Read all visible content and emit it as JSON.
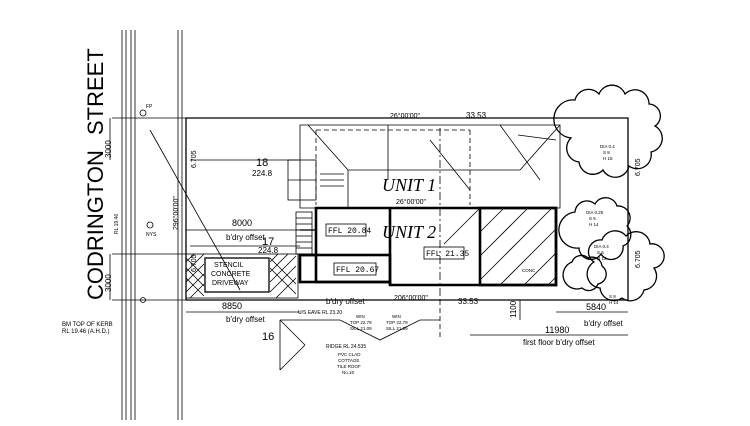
{
  "street": {
    "name_word1": "CODRINGTON",
    "name_word2": "STREET"
  },
  "units": {
    "unit1": "UNIT 1",
    "unit2": "UNIT 2"
  },
  "levels": {
    "ffl_unit2": "FFL 20.84",
    "ffl_garage": "FFL 20.67",
    "ffl_rear": "FFL 21.35"
  },
  "driveway": {
    "line1": "STENCIL",
    "line2": "CONCRETE",
    "line3": "DRIVEWAY"
  },
  "lots": {
    "lot18": "18",
    "lot17": "17",
    "lot16": "16",
    "level18": "224.8",
    "level17": "224.8"
  },
  "dimensions": {
    "top_boundary": "33.53",
    "bottom_boundary": "33.53",
    "frontage_top": "6.705",
    "frontage_bottom": "6.705",
    "rear_top": "6.705",
    "rear_bottom": "6.705",
    "setback_3000_top": "3000",
    "setback_3000_bottom": "3000",
    "offset_8000": "8000",
    "offset_8850": "8850",
    "offset_1100": "1100",
    "offset_5840": "5840",
    "offset_11980": "11980"
  },
  "bearings": {
    "top": "26°00'00\"",
    "middle": "26°00'00\"",
    "bottom": "206°00'00\"",
    "left": "296°00'00\""
  },
  "offset_labels": {
    "bdry_8000": "b'dry offset",
    "bdry_8850": "b'dry offset",
    "bdry_mid": "b'dry offset",
    "bdry_5840": "b'dry offset",
    "first_floor": "first floor b'dry offset"
  },
  "survey_notes": {
    "bm_line1": "BM TOP OF KERB",
    "bm_line2": "RL 19.46 (A.H.D.)",
    "kerb_rl": "RL 19.46",
    "nys": "NYS",
    "eave": "U/S EAVE RL 23.20",
    "win1_title": "WIN",
    "win1_top": "TOP 22.79",
    "win1_sill": "SILL 21.09",
    "win2_title": "WIN",
    "win2_top": "TOP 22.79",
    "win2_sill": "SILL 21.09",
    "ridge": "RIDGE RL 24.535",
    "cottage_line1": "PVC CLAD",
    "cottage_line2": "COTTAGE",
    "cottage_line3": "TILE ROOF",
    "cottage_line4": "No.16",
    "fp": "FP",
    "conc": "CONC"
  },
  "trees": {
    "tree1_dia": "DIA 0.4",
    "tree1_s": "S 8",
    "tree1_h": "H 16",
    "tree2_dia": "DIA 0.25",
    "tree2_s": "S 5",
    "tree2_h": "H 14",
    "tree3_dia": "DIA 0.4",
    "tree3_s": "S 6",
    "tree3_h": "H 12",
    "tree4_s": "S 8",
    "tree4_h": "H 14"
  }
}
